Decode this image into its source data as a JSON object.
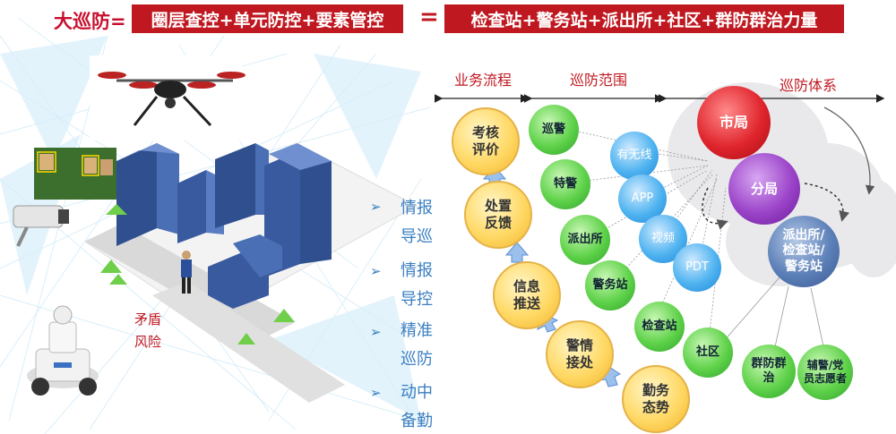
{
  "header": {
    "prefix": "大巡防=",
    "box_left": "圈层查控+单元防控+要素管控",
    "equals": "=",
    "box_right": "检查站+警务站+派出所+社区+群防群治力量"
  },
  "left_panel": {
    "risk_line1": "矛盾",
    "risk_line2": "风险",
    "bullets": [
      {
        "marker": "➢",
        "line1": "情报",
        "line2": "导巡"
      },
      {
        "marker": "➢",
        "line1": "情报",
        "line2": "导控"
      },
      {
        "marker": "➢",
        "line1": "精准",
        "line2": "巡防"
      },
      {
        "marker": "➢",
        "line1": "动中",
        "line2": "备勤"
      }
    ]
  },
  "diagram": {
    "labels": {
      "business_flow": "业务流程",
      "patrol_scope": "巡防范围",
      "patrol_system": "巡防体系"
    },
    "flow_nodes": [
      {
        "line1": "考核",
        "line2": "评价"
      },
      {
        "line1": "处置",
        "line2": "反馈"
      },
      {
        "line1": "信息",
        "line2": "推送"
      },
      {
        "line1": "警情",
        "line2": "接处"
      },
      {
        "line1": "勤务",
        "line2": "态势"
      }
    ],
    "green_nodes": [
      "巡警",
      "特警",
      "派出所",
      "警务站",
      "检查站",
      "社区",
      "群防群治",
      "辅警/党员志愿者"
    ],
    "blue_nodes": [
      "有无线",
      "APP",
      "视频",
      "PDT"
    ],
    "system_nodes": {
      "city": "市局",
      "branch": "分局",
      "station_l1": "派出所/",
      "station_l2": "检查站/",
      "station_l3": "警务站"
    }
  },
  "colors": {
    "accent_red": "#c01820",
    "flow_yellow": "#ffd966",
    "scope_green": "#5fd24a",
    "scope_blue": "#4fb3f0",
    "city_red": "#e0252d",
    "branch_purple": "#9b44c9",
    "station_steel": "#5b7fb8"
  }
}
